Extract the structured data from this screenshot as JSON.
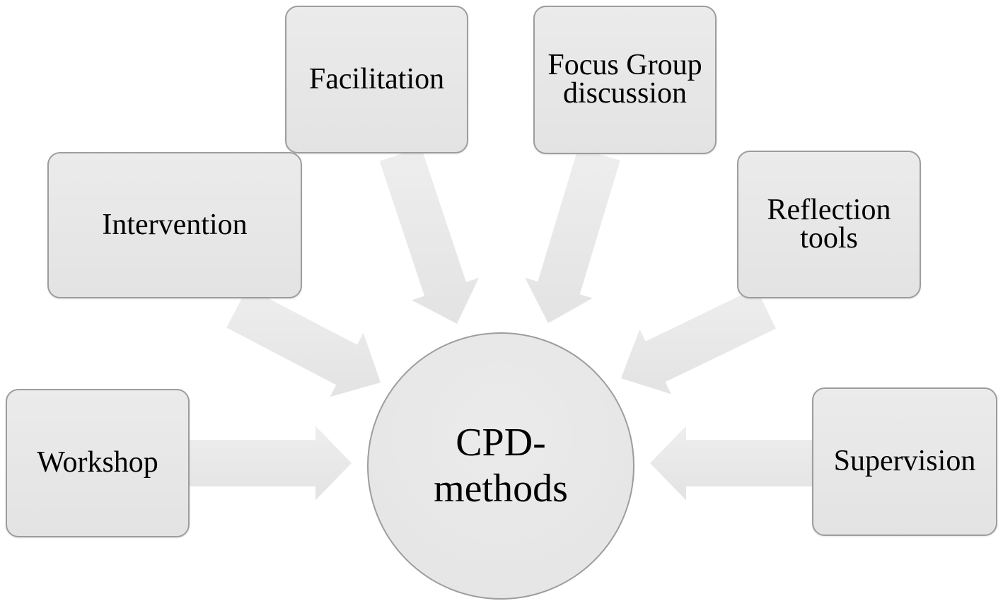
{
  "diagram": {
    "center": {
      "id": "cpd-methods",
      "lines": [
        "CPD-",
        "methods"
      ]
    },
    "nodes": [
      {
        "id": "facilitation",
        "label": "Facilitation"
      },
      {
        "id": "focus-group",
        "label": "Focus Group discussion"
      },
      {
        "id": "intervention",
        "label": "Intervention"
      },
      {
        "id": "reflection-tools",
        "label": "Reflection tools"
      },
      {
        "id": "workshop",
        "label": "Workshop"
      },
      {
        "id": "supervision",
        "label": "Supervision"
      }
    ],
    "edges": [
      {
        "from": "facilitation",
        "to": "cpd-methods"
      },
      {
        "from": "focus-group",
        "to": "cpd-methods"
      },
      {
        "from": "intervention",
        "to": "cpd-methods"
      },
      {
        "from": "reflection-tools",
        "to": "cpd-methods"
      },
      {
        "from": "workshop",
        "to": "cpd-methods"
      },
      {
        "from": "supervision",
        "to": "cpd-methods"
      }
    ],
    "colors": {
      "background": "#ffffff",
      "shape_fill": "#e6e6e6",
      "shape_border": "#9d9d9d",
      "arrow_fill_top": "#eeeeee",
      "arrow_fill_bottom": "#e3e3e3",
      "text": "#000000"
    }
  }
}
